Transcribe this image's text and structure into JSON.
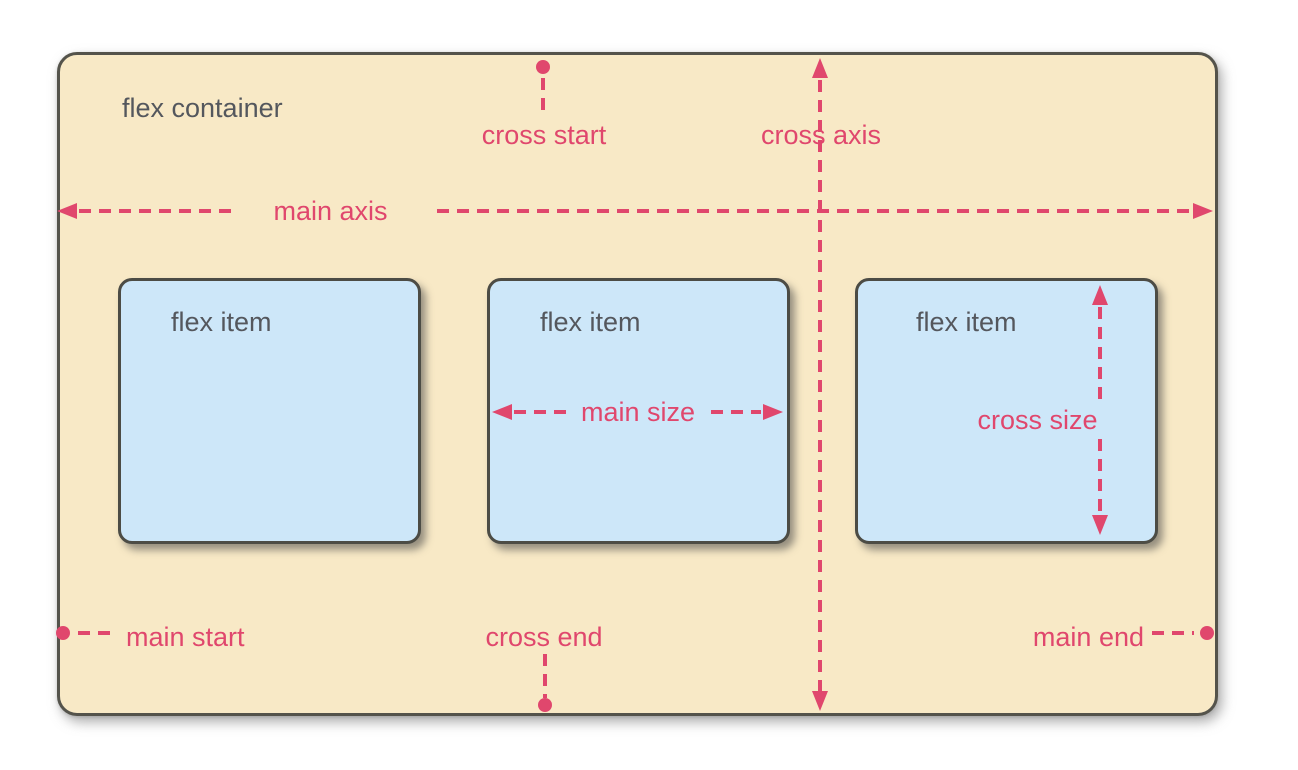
{
  "diagram": {
    "container_label": "flex container",
    "items": [
      {
        "label": "flex item"
      },
      {
        "label": "flex item"
      },
      {
        "label": "flex item"
      }
    ],
    "axes": {
      "main_axis_label": "main axis",
      "cross_axis_label": "cross axis"
    },
    "points": {
      "main_start_label": "main start",
      "main_end_label": "main end",
      "cross_start_label": "cross start",
      "cross_end_label": "cross end"
    },
    "sizes": {
      "main_size_label": "main size",
      "cross_size_label": "cross size"
    },
    "colors": {
      "accent_pink": "#E0476D",
      "container_bg": "#F8E9C6",
      "container_border": "#54534B",
      "item_bg": "#CDE7F9",
      "item_border": "#4C4C45",
      "label_gray": "#54575D",
      "canvas_bg": "#FFFFFF"
    }
  }
}
